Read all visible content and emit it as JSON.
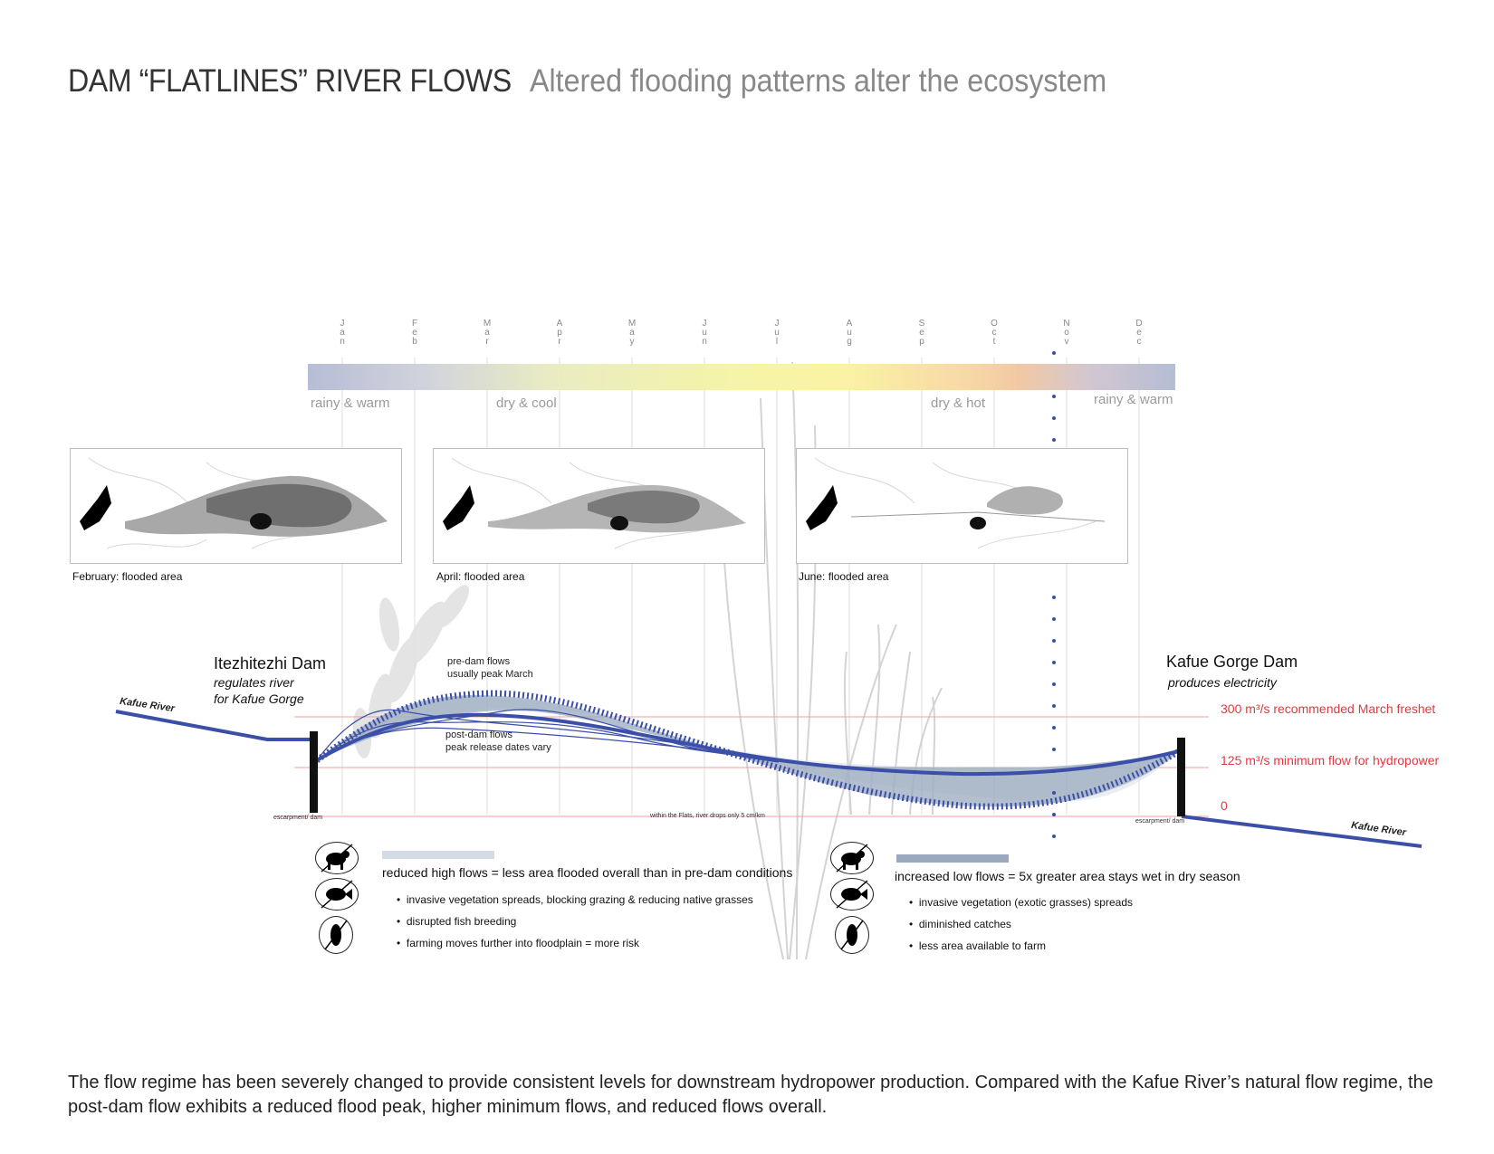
{
  "header": {
    "title": "DAM “FLATLINES” RIVER FLOWS",
    "subtitle": "Altered flooding patterns alter the ecosystem"
  },
  "months": [
    "Jan",
    "Feb",
    "Mar",
    "Apr",
    "May",
    "Jun",
    "Jul",
    "Aug",
    "Sep",
    "Oct",
    "Nov",
    "Dec"
  ],
  "seasons": {
    "s1": "rainy & warm",
    "s2": "dry & cool",
    "s3": "dry & hot",
    "s4": "rainy & warm"
  },
  "maps": {
    "feb": "February: flooded area",
    "apr": "April: flooded area",
    "jun": "June: flooded area"
  },
  "dams": {
    "left_title": "Itezhitezhi Dam",
    "left_sub1": "regulates river",
    "left_sub2": "for Kafue Gorge",
    "right_title": "Kafue Gorge Dam",
    "right_sub": "produces electricity"
  },
  "flows": {
    "pre1": "pre-dam flows",
    "pre2": "usually peak March",
    "post1": "post-dam flows",
    "post2": "peak release dates vary",
    "river_left": "Kafue River",
    "river_right": "Kafue River",
    "escarp_left": "escarpment/ dam",
    "escarp_right": "escarpment/ dam",
    "flats": "within the Flats, river drops only 5 cm/km"
  },
  "levels": {
    "l300": "300 m³/s recommended March freshet",
    "l125": "125 m³/s minimum flow for hydropower",
    "l0": "0"
  },
  "legend": {
    "left_head": "reduced high flows = less area flooded overall than in pre-dam conditions",
    "left_b1": "invasive vegetation spreads, blocking grazing & reducing native grasses",
    "left_b2": "disrupted fish breeding",
    "left_b3": "farming moves further into floodplain = more risk",
    "right_head": "increased low flows = 5x greater area stays wet in dry season",
    "right_b1": "invasive vegetation (exotic grasses) spreads",
    "right_b2": "diminished catches",
    "right_b3": "less area available to farm"
  },
  "colors": {
    "river": "#3b4fa8",
    "threshold": "#e0393f",
    "reduced_swatch": "#d5dbe6",
    "increased_swatch": "#9aa9bd"
  },
  "footer": "The flow regime has been severely changed to provide consistent levels for downstream hydropower production. Compared with the Kafue River’s natural flow regime, the post-dam flow exhibits a reduced flood peak, higher minimum flows, and reduced flows overall."
}
